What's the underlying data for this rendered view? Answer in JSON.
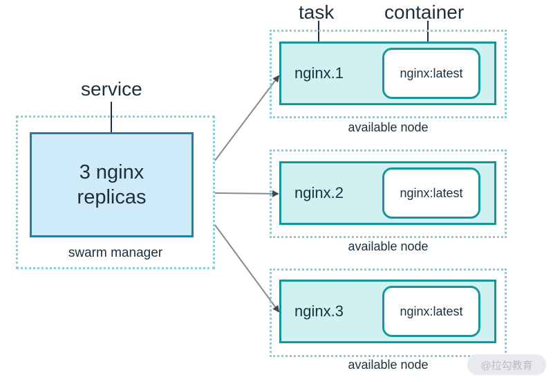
{
  "callouts": {
    "service": "service",
    "task": "task",
    "container": "container"
  },
  "manager": {
    "text_line1": "3 nginx",
    "text_line2": "replicas",
    "label": "swarm manager"
  },
  "nodes": [
    {
      "task": "nginx.1",
      "container": "nginx:latest",
      "label": "available node"
    },
    {
      "task": "nginx.2",
      "container": "nginx:latest",
      "label": "available node"
    },
    {
      "task": "nginx.3",
      "container": "nginx:latest",
      "label": "available node"
    }
  ],
  "watermark": "@拉勾教育",
  "colors": {
    "manager_fill": "#cfeaf9",
    "manager_border": "#1f7fa8",
    "node_fill": "#cff1f1",
    "node_border": "#14979a",
    "dotted_border": "#8ec9d6",
    "arrow": "#7f8c94",
    "text": "#1c2f3b"
  }
}
